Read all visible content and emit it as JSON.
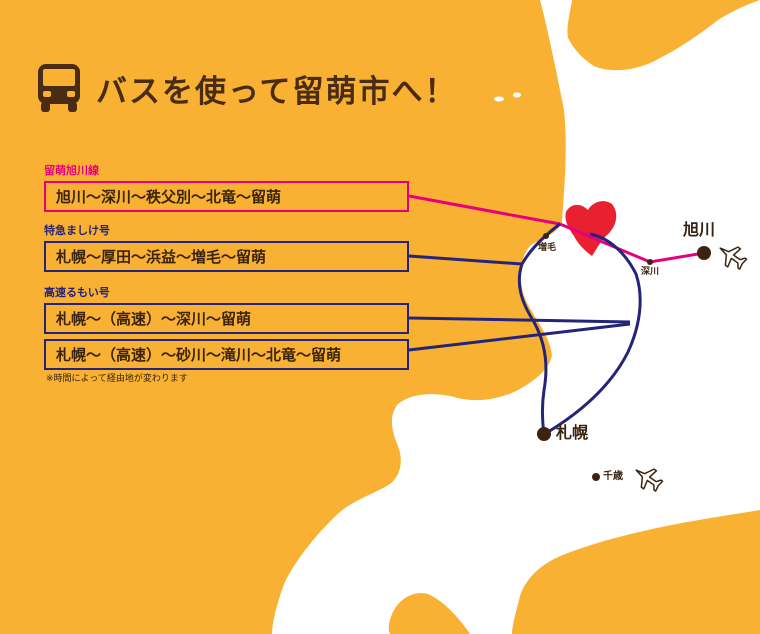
{
  "title": "バスを使って留萌市へ！",
  "colors": {
    "land": "#f8b133",
    "sea": "#ffffff",
    "rumoi": "#e8202f",
    "pink_route": "#e6007e",
    "blue_route": "#24247a",
    "text": "#3a2410",
    "dot": "#3a2410"
  },
  "icons": {
    "title": "bus-icon",
    "airport": "airplane-icon"
  },
  "routes": [
    {
      "name": "留萌旭川線",
      "color": "#e6007e",
      "stops": [
        "旭川～深川～秩父別～北竜～留萌"
      ]
    },
    {
      "name": "特急ましけ号",
      "color": "#24247a",
      "stops": [
        "札幌～厚田～浜益～増毛～留萌"
      ]
    },
    {
      "name": "高速るもい号",
      "color": "#24247a",
      "stops": [
        "札幌～（高速）～深川～留萌",
        "札幌～（高速）～砂川～滝川～北竜～留萌"
      ]
    }
  ],
  "note": "※時間によって経由地が変わります",
  "places": {
    "asahikawa": "旭川",
    "sapporo": "札幌",
    "chitose": "千歳",
    "mashike": "増毛",
    "fukagawa": "深川"
  }
}
